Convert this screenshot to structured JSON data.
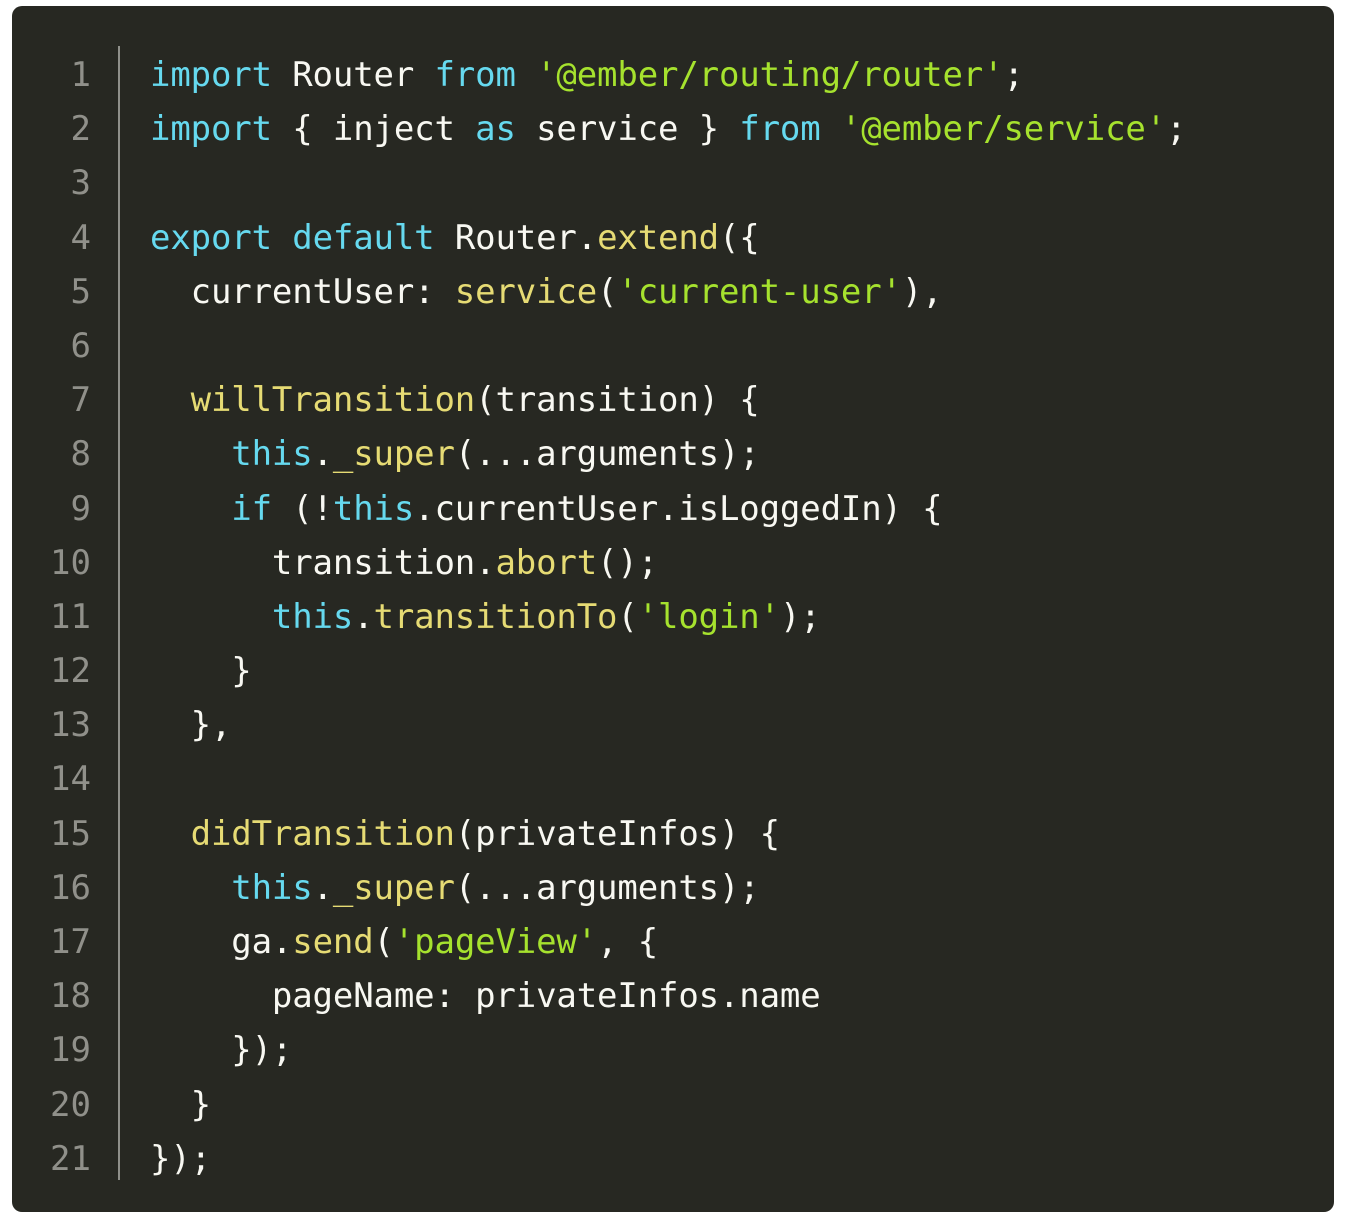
{
  "editor": {
    "theme_colors": {
      "background": "#272822",
      "plain": "#f8f8f2",
      "keyword": "#66d9ef",
      "function": "#e6db74",
      "string": "#a6e22e",
      "line_number": "#90908a"
    },
    "lines": [
      {
        "number": "1",
        "tokens": [
          {
            "t": "import",
            "k": "kw"
          },
          {
            "t": " Router ",
            "k": "plain"
          },
          {
            "t": "from",
            "k": "kw"
          },
          {
            "t": " ",
            "k": "plain"
          },
          {
            "t": "'@ember/routing/router'",
            "k": "str"
          },
          {
            "t": ";",
            "k": "plain"
          }
        ]
      },
      {
        "number": "2",
        "tokens": [
          {
            "t": "import",
            "k": "kw"
          },
          {
            "t": " { inject ",
            "k": "plain"
          },
          {
            "t": "as",
            "k": "kw"
          },
          {
            "t": " service } ",
            "k": "plain"
          },
          {
            "t": "from",
            "k": "kw"
          },
          {
            "t": " ",
            "k": "plain"
          },
          {
            "t": "'@ember/service'",
            "k": "str"
          },
          {
            "t": ";",
            "k": "plain"
          }
        ]
      },
      {
        "number": "3",
        "tokens": []
      },
      {
        "number": "4",
        "tokens": [
          {
            "t": "export",
            "k": "kw"
          },
          {
            "t": " ",
            "k": "plain"
          },
          {
            "t": "default",
            "k": "kw"
          },
          {
            "t": " Router.",
            "k": "plain"
          },
          {
            "t": "extend",
            "k": "fn"
          },
          {
            "t": "({",
            "k": "plain"
          }
        ]
      },
      {
        "number": "5",
        "tokens": [
          {
            "t": "  currentUser: ",
            "k": "plain"
          },
          {
            "t": "service",
            "k": "fn"
          },
          {
            "t": "(",
            "k": "plain"
          },
          {
            "t": "'current-user'",
            "k": "str"
          },
          {
            "t": "),",
            "k": "plain"
          }
        ]
      },
      {
        "number": "6",
        "tokens": []
      },
      {
        "number": "7",
        "tokens": [
          {
            "t": "  ",
            "k": "plain"
          },
          {
            "t": "willTransition",
            "k": "fn"
          },
          {
            "t": "(transition) {",
            "k": "plain"
          }
        ]
      },
      {
        "number": "8",
        "tokens": [
          {
            "t": "    ",
            "k": "plain"
          },
          {
            "t": "this",
            "k": "kw"
          },
          {
            "t": ".",
            "k": "plain"
          },
          {
            "t": "_super",
            "k": "fn"
          },
          {
            "t": "(...arguments);",
            "k": "plain"
          }
        ]
      },
      {
        "number": "9",
        "tokens": [
          {
            "t": "    ",
            "k": "plain"
          },
          {
            "t": "if",
            "k": "kw"
          },
          {
            "t": " (!",
            "k": "plain"
          },
          {
            "t": "this",
            "k": "kw"
          },
          {
            "t": ".currentUser.isLoggedIn) {",
            "k": "plain"
          }
        ]
      },
      {
        "number": "10",
        "tokens": [
          {
            "t": "      transition.",
            "k": "plain"
          },
          {
            "t": "abort",
            "k": "fn"
          },
          {
            "t": "();",
            "k": "plain"
          }
        ]
      },
      {
        "number": "11",
        "tokens": [
          {
            "t": "      ",
            "k": "plain"
          },
          {
            "t": "this",
            "k": "kw"
          },
          {
            "t": ".",
            "k": "plain"
          },
          {
            "t": "transitionTo",
            "k": "fn"
          },
          {
            "t": "(",
            "k": "plain"
          },
          {
            "t": "'login'",
            "k": "str"
          },
          {
            "t": ");",
            "k": "plain"
          }
        ]
      },
      {
        "number": "12",
        "tokens": [
          {
            "t": "    }",
            "k": "plain"
          }
        ]
      },
      {
        "number": "13",
        "tokens": [
          {
            "t": "  },",
            "k": "plain"
          }
        ]
      },
      {
        "number": "14",
        "tokens": []
      },
      {
        "number": "15",
        "tokens": [
          {
            "t": "  ",
            "k": "plain"
          },
          {
            "t": "didTransition",
            "k": "fn"
          },
          {
            "t": "(privateInfos) {",
            "k": "plain"
          }
        ]
      },
      {
        "number": "16",
        "tokens": [
          {
            "t": "    ",
            "k": "plain"
          },
          {
            "t": "this",
            "k": "kw"
          },
          {
            "t": ".",
            "k": "plain"
          },
          {
            "t": "_super",
            "k": "fn"
          },
          {
            "t": "(...arguments);",
            "k": "plain"
          }
        ]
      },
      {
        "number": "17",
        "tokens": [
          {
            "t": "    ga.",
            "k": "plain"
          },
          {
            "t": "send",
            "k": "fn"
          },
          {
            "t": "(",
            "k": "plain"
          },
          {
            "t": "'pageView'",
            "k": "str"
          },
          {
            "t": ", {",
            "k": "plain"
          }
        ]
      },
      {
        "number": "18",
        "tokens": [
          {
            "t": "      pageName: privateInfos.name",
            "k": "plain"
          }
        ]
      },
      {
        "number": "19",
        "tokens": [
          {
            "t": "    });",
            "k": "plain"
          }
        ]
      },
      {
        "number": "20",
        "tokens": [
          {
            "t": "  }",
            "k": "plain"
          }
        ]
      },
      {
        "number": "21",
        "tokens": [
          {
            "t": "});",
            "k": "plain"
          }
        ]
      }
    ]
  }
}
